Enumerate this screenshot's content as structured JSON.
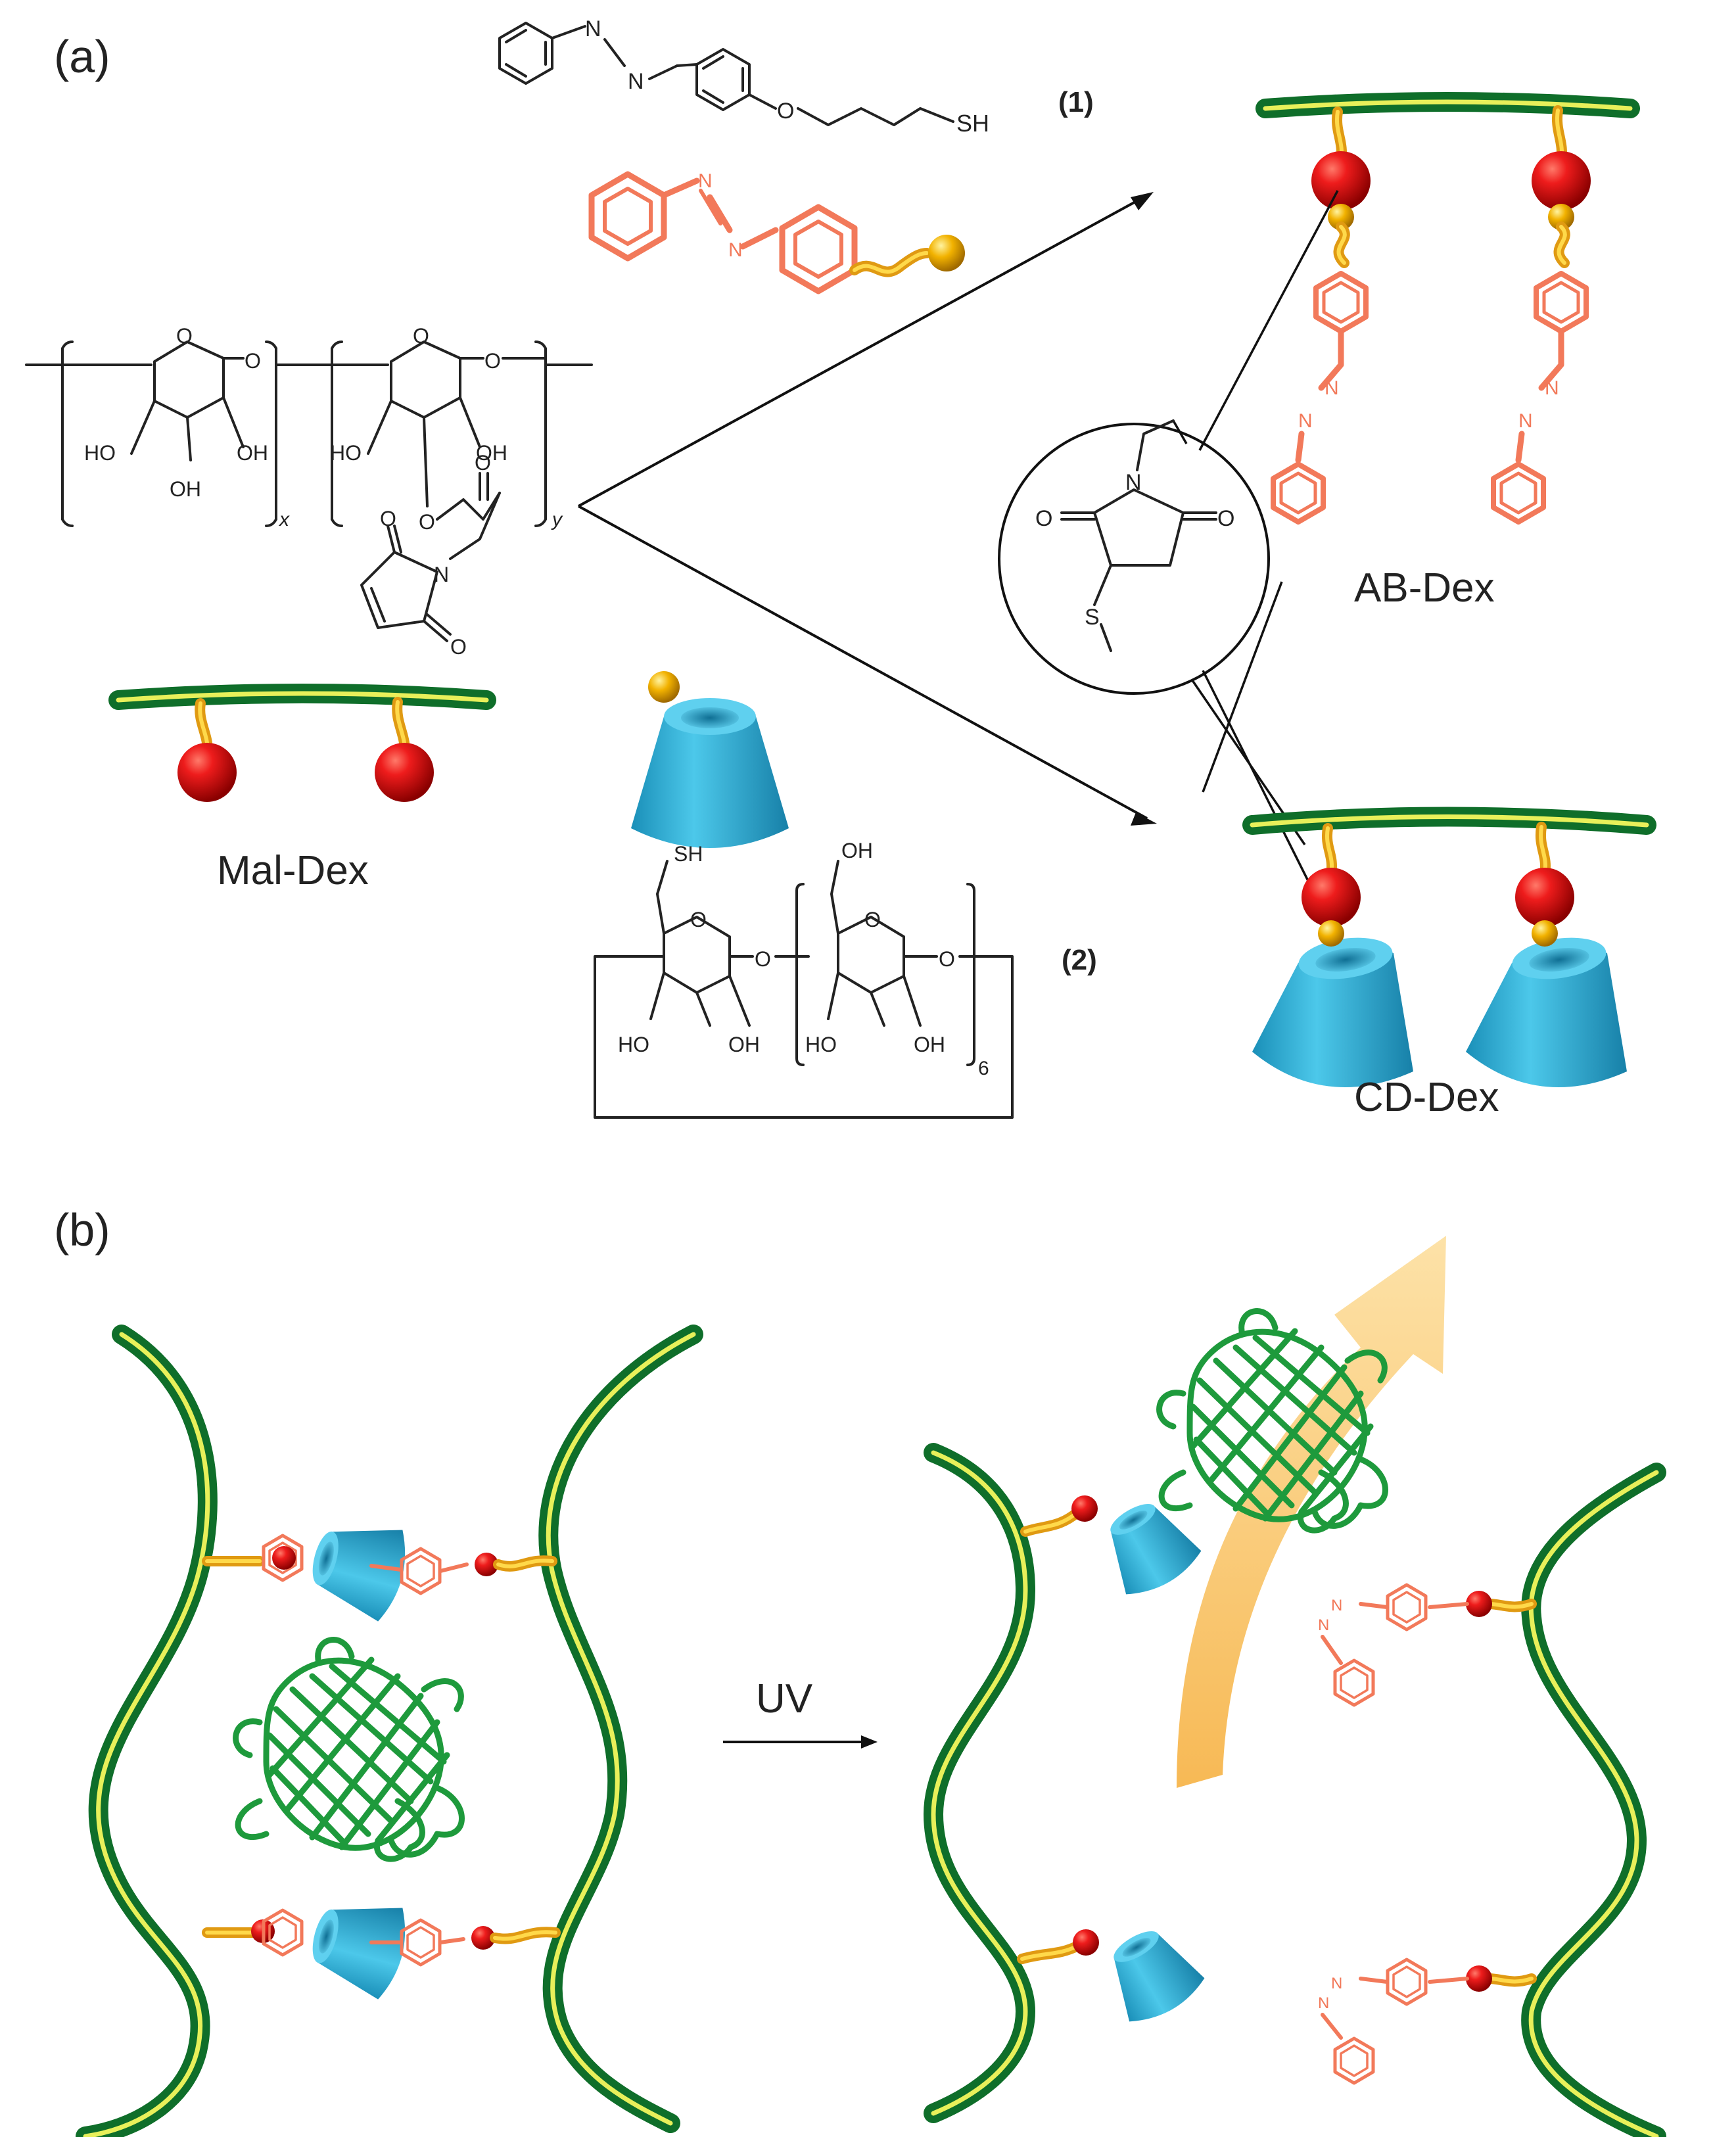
{
  "panel_a": {
    "label": "(a)",
    "compound1_label": "(1)",
    "compound1_sh": "SH",
    "compound1_o": "O",
    "compound1_n1": "N",
    "compound1_n2": "N",
    "maldex_o1": "O",
    "maldex_o2": "O",
    "maldex_o3": "O",
    "maldex_o4": "O",
    "maldex_ho1": "HO",
    "maldex_oh1": "OH",
    "maldex_oh2": "OH",
    "maldex_ho2": "HO",
    "maldex_oh3": "OH",
    "maldex_x": "x",
    "maldex_y": "y",
    "maldex_ester_o": "O",
    "maldex_ester_o2": "O",
    "maldex_n": "N",
    "maldex_imide_o1": "O",
    "maldex_imide_o2": "O",
    "maldex_name": "Mal-Dex",
    "linkage_n": "N",
    "linkage_o1": "O",
    "linkage_o2": "O",
    "linkage_s": "S",
    "abdex_name": "AB-Dex",
    "cddex_name": "CD-Dex",
    "compound2_label": "(2)",
    "compound2_sh": "SH",
    "compound2_oh_top": "OH",
    "compound2_o1": "O",
    "compound2_o2": "O",
    "compound2_o3": "O",
    "compound2_o4": "O",
    "compound2_ho1": "HO",
    "compound2_oh1": "OH",
    "compound2_ho2": "HO",
    "compound2_oh2": "OH",
    "compound2_n": "6"
  },
  "panel_b": {
    "label": "(b)",
    "uv_label": "UV"
  },
  "colors": {
    "dextran_chain": "#0f6e2a",
    "dextran_highlight": "#e8f05a",
    "linker": "#e09a12",
    "maleimide_ball": "#e0141a",
    "thiol_ball": "#f0b000",
    "azobenzene": "#f2795a",
    "cyclodextrin": "#2fb4d6",
    "protein": "#1e9a3c",
    "release_arrow": "#fcd27a"
  },
  "icons": [
    "cyclodextrin-cone-icon",
    "protein-ribbon-icon",
    "release-arrow-icon"
  ]
}
